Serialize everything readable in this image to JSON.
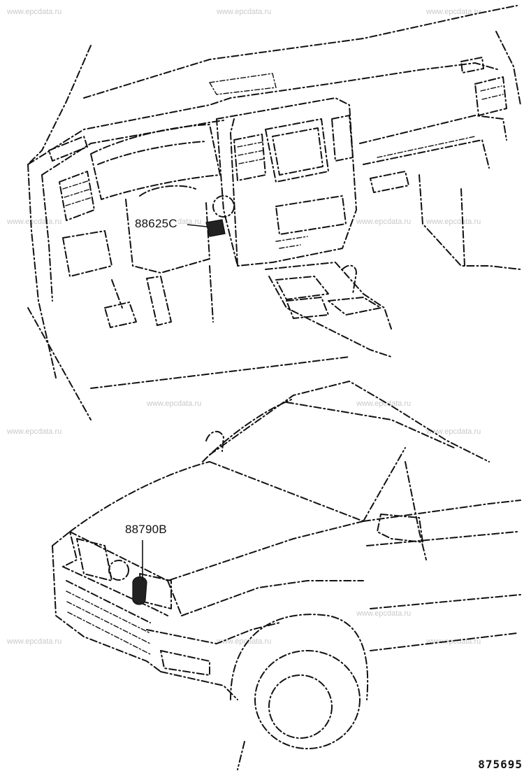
{
  "watermark": "www.epcdata.ru",
  "callouts": {
    "upper_part": "88625C",
    "lower_part": "88790B"
  },
  "figure_number": "875695"
}
